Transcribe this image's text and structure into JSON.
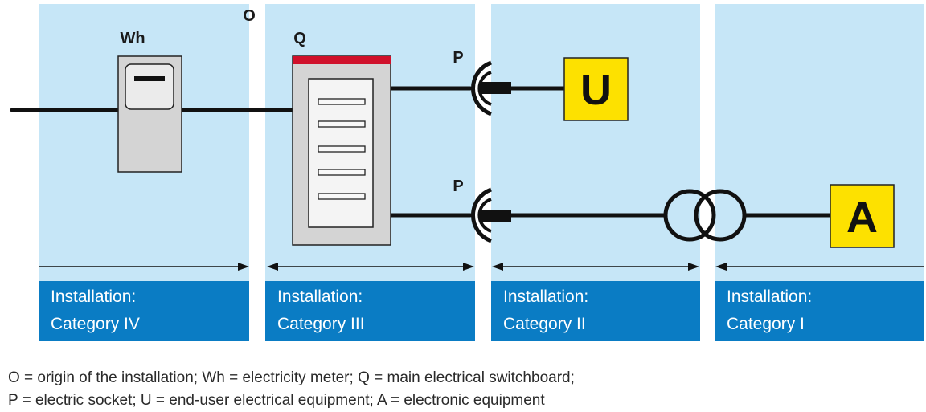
{
  "labels": {
    "origin": "O",
    "meter": "Wh",
    "switchboard": "Q",
    "socket_top": "P",
    "socket_bottom": "P",
    "enduser": "U",
    "electronic": "A"
  },
  "categories": [
    {
      "line1": "Installation:",
      "line2": "Category IV"
    },
    {
      "line1": "Installation:",
      "line2": "Category III"
    },
    {
      "line1": "Installation:",
      "line2": "Category II"
    },
    {
      "line1": "Installation:",
      "line2": "Category I"
    }
  ],
  "legend": {
    "line1": "O = origin of the installation; Wh = electricity meter; Q = main electrical switchboard;",
    "line2": "P = electric socket; U = end-user electrical equipment; A = electronic equipment"
  },
  "colors": {
    "zone_background": "#c6e6f7",
    "category_bar": "#0a7cc4",
    "equipment_box": "#fde100",
    "switchboard_top": "#d0102a",
    "wire": "#111111"
  }
}
